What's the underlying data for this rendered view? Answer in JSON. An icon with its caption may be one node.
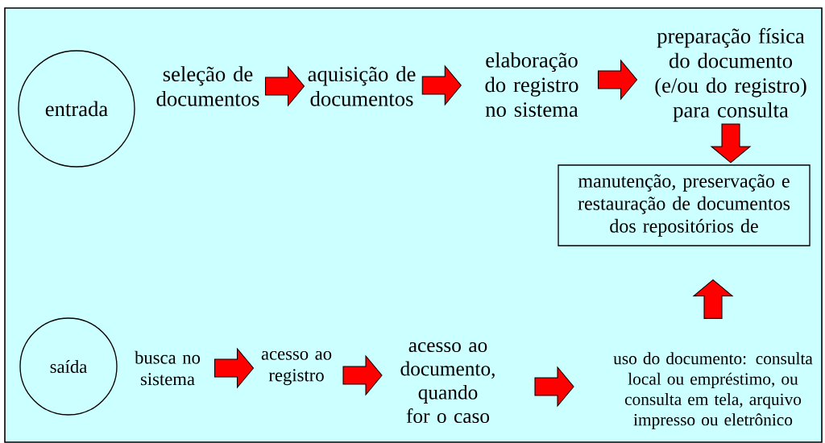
{
  "diagram": {
    "nodes": [
      {
        "text": [
          "entrada"
        ]
      },
      {
        "text": [
          "seleção de documentos"
        ]
      },
      {
        "text": [
          "aquisição de documentos"
        ]
      },
      {
        "text": [
          "elaboração do registro no sistema"
        ]
      },
      {
        "text": [
          "preparação física do documento (e/ou do registro) para consulta"
        ]
      },
      {
        "text": [
          "manutenção, preservação e restauração de documentos dos repositórios de"
        ]
      },
      {
        "text": [
          "saída"
        ]
      },
      {
        "text": [
          "busca no sistema"
        ]
      },
      {
        "text": [
          "acesso ao registro"
        ]
      },
      {
        "text": [
          "acesso ao documento, quando for o caso"
        ]
      },
      {
        "text": [
          "uso do documento: consulta local ou empréstimo, ou consulta em tela, arquivo impresso ou eletrônico"
        ]
      }
    ],
    "edges": [
      {
        "from": 1,
        "to": 2,
        "arrow": "to"
      },
      {
        "from": 2,
        "to": 3,
        "arrow": "to"
      },
      {
        "from": 3,
        "to": 4,
        "arrow": "to"
      },
      {
        "from": 4,
        "to": 5,
        "arrow": "to"
      },
      {
        "from": 7,
        "to": 8,
        "arrow": "to"
      },
      {
        "from": 8,
        "to": 9,
        "arrow": "to"
      },
      {
        "from": 9,
        "to": 10,
        "arrow": "to"
      },
      {
        "from": 10,
        "to": 5,
        "arrow": "to"
      }
    ]
  }
}
